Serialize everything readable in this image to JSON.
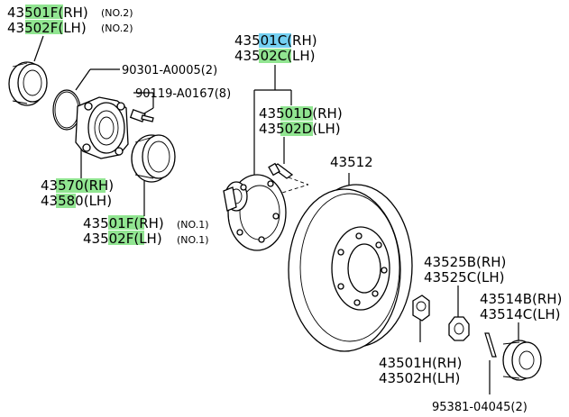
{
  "colors": {
    "highlight_green": "#7ee07e",
    "highlight_blue": "#5cc8f0",
    "line": "#000000",
    "background": "#ffffff"
  },
  "labels": {
    "seal_top_rh": "43501F(RH)",
    "seal_top_lh": "43502F(LH)",
    "seal_top_note_rh": "(NO.2)",
    "seal_top_note_lh": "(NO.2)",
    "o_ring": "90301-A0005(2)",
    "bolt_housing": "90119-A0167(8)",
    "housing_rh": "43570(RH)",
    "housing_lh": "43580(LH)",
    "seal_bottom_rh": "43501F(RH)",
    "seal_bottom_lh": "43502F(LH)",
    "seal_bottom_note_rh": "(NO.1)",
    "seal_bottom_note_lh": "(NO.1)",
    "hub_assy_rh": "43501C(RH)",
    "hub_assy_lh": "43502C(LH)",
    "hub_rh": "43501D(RH)",
    "hub_lh": "43502D(LH)",
    "disc": "43512",
    "lock_nut_rh": "43525B(RH)",
    "lock_nut_lh": "43525C(LH)",
    "cap_rh": "43514B(RH)",
    "cap_lh": "43514C(LH)",
    "nut_rh": "43501H(RH)",
    "nut_lh": "43502H(LH)",
    "cotter_pin": "95381-04045(2)"
  }
}
